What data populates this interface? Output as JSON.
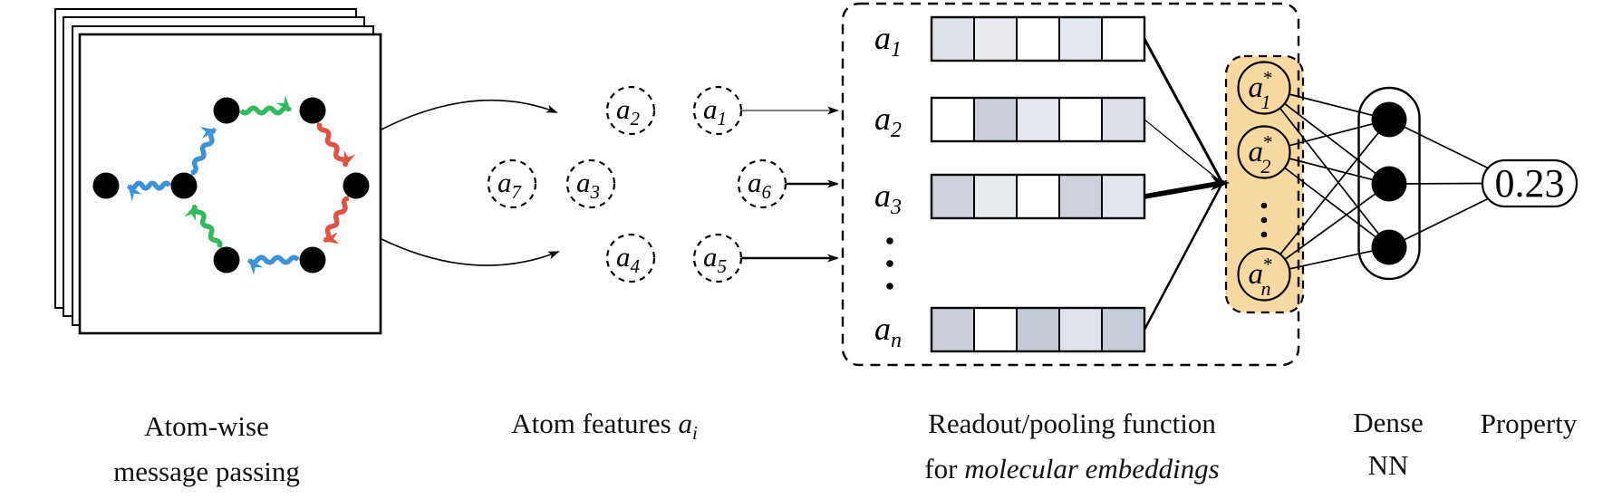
{
  "figure": {
    "description": "Message passing neural network molecular property prediction pipeline"
  },
  "captions": {
    "message_passing_line1": "Atom-wise",
    "message_passing_line2": "message passing",
    "atom_features_text": "Atom features ",
    "atom_features_math": {
      "base": "a",
      "sub": "i"
    },
    "readout_line1": "Readout/pooling function",
    "readout_line2_prefix": "for ",
    "readout_line2_italic": "molecular embeddings",
    "dense_line1": "Dense",
    "dense_line2": "NN",
    "property": "Property"
  },
  "colors": {
    "bond_green": "#31BB5E",
    "bond_blue": "#3E92D8",
    "bond_red": "#E25244",
    "pooled_fill": "#F9D9A2",
    "ink": "#000000",
    "paper": "#FFFFFF"
  },
  "message_passing": {
    "page_count": 4,
    "atom_count": 7,
    "bond_arrows": [
      {
        "from": "top-left",
        "to": "top-right",
        "color": "green"
      },
      {
        "from": "top-right",
        "to": "right",
        "color": "red"
      },
      {
        "from": "right",
        "to": "bottom-right",
        "color": "red"
      },
      {
        "from": "bottom-right",
        "to": "bottom-left",
        "color": "blue"
      },
      {
        "from": "bottom-left",
        "to": "mid-left",
        "color": "green"
      },
      {
        "from": "mid-left",
        "to": "top-left",
        "color": "blue"
      },
      {
        "from": "mid-left",
        "to": "pendant",
        "color": "blue"
      }
    ]
  },
  "atom_features": {
    "items": [
      {
        "base": "a",
        "sub": "2",
        "arrow_to_readout": false
      },
      {
        "base": "a",
        "sub": "1",
        "arrow_to_readout": true
      },
      {
        "base": "a",
        "sub": "7",
        "arrow_to_readout": false
      },
      {
        "base": "a",
        "sub": "3",
        "arrow_to_readout": false
      },
      {
        "base": "a",
        "sub": "6",
        "arrow_to_readout": true
      },
      {
        "base": "a",
        "sub": "4",
        "arrow_to_readout": false
      },
      {
        "base": "a",
        "sub": "5",
        "arrow_to_readout": true
      }
    ]
  },
  "readout": {
    "rows": [
      {
        "label": {
          "base": "a",
          "sub": "1"
        },
        "cells": [
          "#dde1e8",
          "#e8eaef",
          "#ffffff",
          "#e3e7ee",
          "#ffffff"
        ],
        "line_weight": 3.0
      },
      {
        "label": {
          "base": "a",
          "sub": "2"
        },
        "cells": [
          "#ffffff",
          "#c9cdd9",
          "#e4e7ee",
          "#ffffff",
          "#dcdfe8"
        ],
        "line_weight": 1.2
      },
      {
        "label": {
          "base": "a",
          "sub": "3"
        },
        "cells": [
          "#ccd1dc",
          "#e7eaef",
          "#ffffff",
          "#ccd1dc",
          "#e2e6ec"
        ],
        "line_weight": 5.6
      },
      {
        "label": {
          "base": "a",
          "sub": "n"
        },
        "cells": [
          "#c9ced9",
          "#ffffff",
          "#c4cad5",
          "#dfe3ea",
          "#c6ccd7"
        ],
        "line_weight": 2.5
      }
    ],
    "ellipsis": "⋮"
  },
  "pooled_embeddings": {
    "circles": [
      {
        "base": "a",
        "sup": "*",
        "sub": "1"
      },
      {
        "base": "a",
        "sup": "*",
        "sub": "2"
      },
      {
        "base": "a",
        "sup": "*",
        "sub": "n"
      }
    ],
    "ellipsis": "⋮"
  },
  "dense_nn": {
    "node_count": 3
  },
  "output": {
    "value": "0.23"
  }
}
